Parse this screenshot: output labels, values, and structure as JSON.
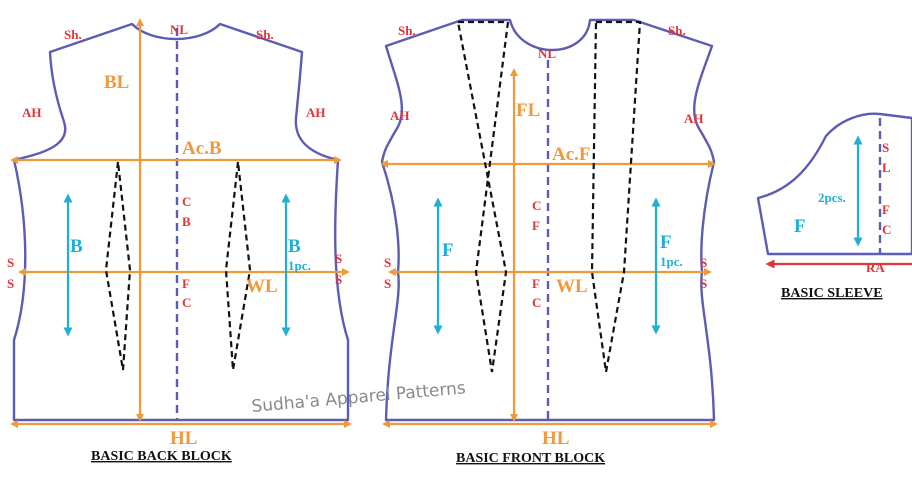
{
  "back_block": {
    "title": "BASIC BACK BLOCK",
    "labels": {
      "shoulder_left": "Sh.",
      "shoulder_right": "Sh.",
      "neck": "NL",
      "bodice_length": "BL",
      "armhole_left": "AH",
      "armhole_right": "AH",
      "across_back": "Ac.B",
      "centre_back": [
        "C",
        "B"
      ],
      "fold": [
        "F",
        "C"
      ],
      "side_left": [
        "S",
        "S"
      ],
      "side_right": [
        "S",
        "S"
      ],
      "waist": "WL",
      "hip": "HL",
      "grain_left": "B",
      "grain_right": "B",
      "pieces": "1pc."
    }
  },
  "front_block": {
    "title": "BASIC FRONT BLOCK",
    "labels": {
      "shoulder_left": "Sh.",
      "shoulder_right": "Sh.",
      "neck": "NL",
      "front_length": "FL",
      "armhole_left": "AH",
      "armhole_right": "AH",
      "across_front": "Ac.F",
      "centre_front": [
        "C",
        "F"
      ],
      "fold": [
        "F",
        "C"
      ],
      "side_left": [
        "S",
        "S"
      ],
      "side_right": [
        "S",
        "S"
      ],
      "waist": "WL",
      "hip": "HL",
      "grain_left": "F",
      "grain_right": "F",
      "pieces": "1pc."
    }
  },
  "sleeve": {
    "title": "BASIC SLEEVE",
    "labels": {
      "grain": "F",
      "pieces": "2pcs.",
      "sleeve_length": [
        "S",
        "L"
      ],
      "fold": [
        "F",
        "C"
      ],
      "round_arm": "RA"
    }
  },
  "watermark": "Sudha'a Apparel Patterns",
  "colors": {
    "outline": "#5c5cb4",
    "measure": "#f0993a",
    "grain": "#1eb0d2",
    "text_red": "#e0343a",
    "darts": "#111111"
  }
}
